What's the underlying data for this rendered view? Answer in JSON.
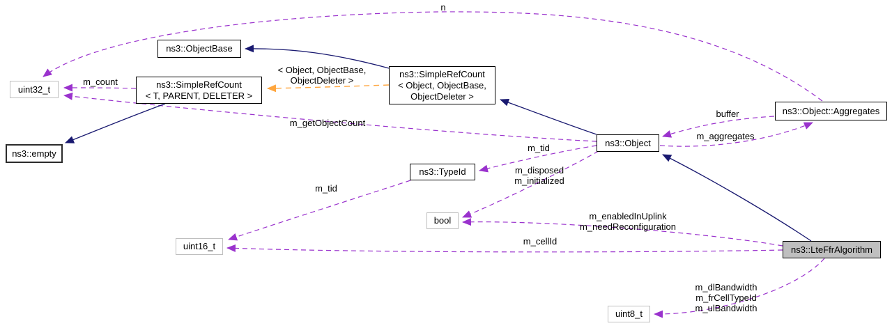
{
  "diagram": {
    "kind": "doxygen-collaboration-graph",
    "focus_class": "ns3::LteFfrAlgorithm"
  },
  "colors": {
    "inheritance_edge": "#191970",
    "usage_edge": "#9a32cd",
    "template_edge": "#ffa63e",
    "node_border": "#000000",
    "typedef_border": "#bfbfbf",
    "focus_fill": "#bfbfbf",
    "background": "#ffffff"
  },
  "nodes": {
    "uint32": {
      "lines": [
        "uint32_t"
      ]
    },
    "empty": {
      "lines": [
        "ns3::empty"
      ]
    },
    "objectbase": {
      "lines": [
        "ns3::ObjectBase"
      ]
    },
    "simplerefcount_t": {
      "lines": [
        "ns3::SimpleRefCount",
        "< T, PARENT, DELETER >"
      ]
    },
    "simplerefcount_obj": {
      "lines": [
        "ns3::SimpleRefCount",
        "< Object, ObjectBase,",
        "ObjectDeleter >"
      ]
    },
    "object": {
      "lines": [
        "ns3::Object"
      ]
    },
    "typeid": {
      "lines": [
        "ns3::TypeId"
      ]
    },
    "bool": {
      "lines": [
        "bool"
      ]
    },
    "uint16": {
      "lines": [
        "uint16_t"
      ]
    },
    "aggregates": {
      "lines": [
        "ns3::Object::Aggregates"
      ]
    },
    "lteffralgorithm": {
      "lines": [
        "ns3::LteFfrAlgorithm"
      ]
    },
    "uint8": {
      "lines": [
        "uint8_t"
      ]
    }
  },
  "edge_labels": {
    "n": {
      "lines": [
        "n"
      ]
    },
    "m_count": {
      "lines": [
        "m_count"
      ]
    },
    "template_args": {
      "lines": [
        "< Object, ObjectBase,",
        "ObjectDeleter >"
      ]
    },
    "m_getObjectCount": {
      "lines": [
        "m_getObjectCount"
      ]
    },
    "m_tid_object": {
      "lines": [
        "m_tid"
      ]
    },
    "m_disposed_initialized": {
      "lines": [
        "m_disposed",
        "m_initialized"
      ]
    },
    "buffer": {
      "lines": [
        "buffer"
      ]
    },
    "m_aggregates": {
      "lines": [
        "m_aggregates"
      ]
    },
    "m_enabled_reconf": {
      "lines": [
        "m_enabledInUplink",
        "m_needReconfiguration"
      ]
    },
    "m_cellId": {
      "lines": [
        "m_cellId"
      ]
    },
    "m_bandwidth": {
      "lines": [
        "m_dlBandwidth",
        "m_frCellTypeId",
        "m_ulBandwidth"
      ]
    },
    "m_tid_typeid": {
      "lines": [
        "m_tid"
      ]
    }
  }
}
